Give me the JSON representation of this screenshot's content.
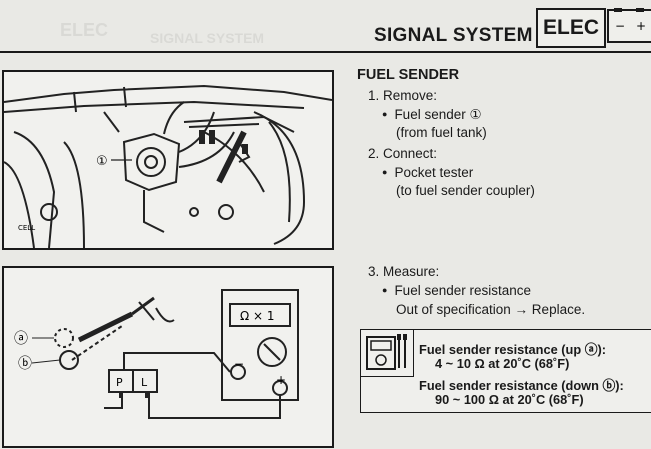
{
  "header": {
    "title": "SIGNAL SYSTEM",
    "section_tab": "ELEC",
    "battery_minus": "−",
    "battery_plus": "+"
  },
  "figures": {
    "top_callout": "①",
    "top_label_small": "CELL",
    "meter_display": "Ω × 1",
    "lever_label_a": "ⓐ",
    "lever_label_b": "ⓑ",
    "meter_minus": "−",
    "meter_plus": "+",
    "coupler_pin_p": "P",
    "coupler_pin_l": "L"
  },
  "content": {
    "section_title": "FUEL SENDER",
    "steps": [
      {
        "label": "1. Remove:",
        "bullet": "Fuel sender ①",
        "detail": "(from fuel tank)"
      },
      {
        "label": "2. Connect:",
        "bullet": "Pocket tester",
        "detail": "(to fuel sender coupler)"
      },
      {
        "label": "3. Measure:",
        "bullet": "Fuel sender resistance",
        "detail": "Out of specification → Replace."
      }
    ]
  },
  "spec": {
    "line1_label": "Fuel sender resistance (up ⓐ):",
    "line1_value": "4 ~ 10 Ω at 20˚C (68˚F)",
    "line2_label": "Fuel sender resistance (down ⓑ):",
    "line2_value": "90 ~ 100 Ω at 20˚C (68˚F)"
  }
}
